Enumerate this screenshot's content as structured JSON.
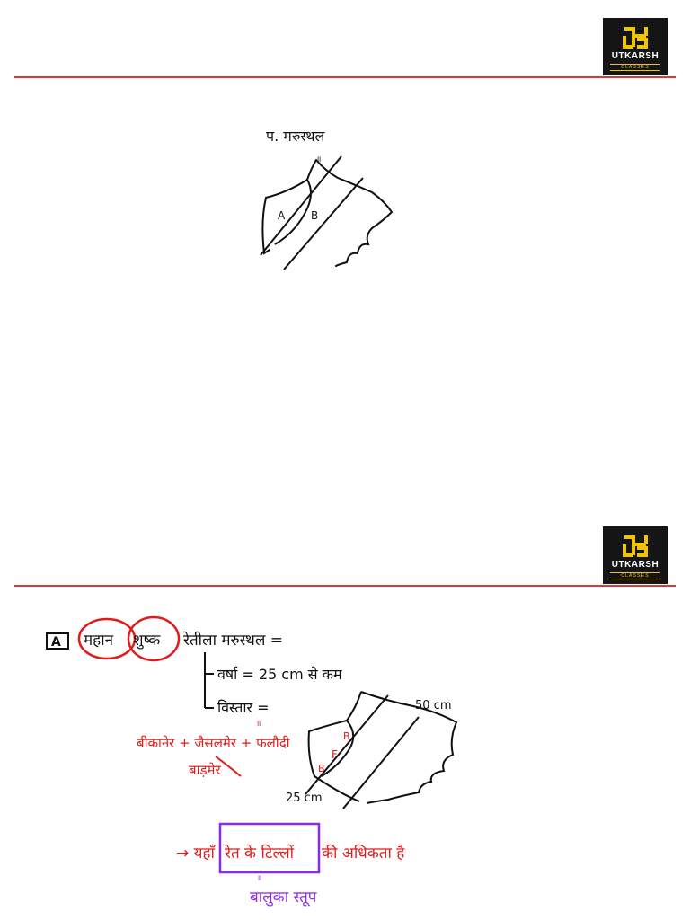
{
  "logo": {
    "name": "UTKARSH",
    "sub": "CLASSES"
  },
  "slide1": {
    "heading": "प. मरुस्थल",
    "ditto": "॥",
    "label_a": "A",
    "label_b": "B"
  },
  "slide2": {
    "badge": "A",
    "word_great": "महान",
    "word_dry": "शुष्क",
    "title_rest": "रेतीला मरुस्थल =",
    "rainfall": "वर्षा = 25 cm से कम",
    "extent": "विस्तार =",
    "ditto": "॥",
    "districts_line1": "बीकानेर + जैसलमेर + फलौदी",
    "districts_line2": "बाड़मेर",
    "map_label_f": "F",
    "map_label_b1": "B",
    "map_label_b2": "B",
    "label_50cm": "50 cm",
    "label_25cm": "25 cm",
    "note_prefix": "→ यहाँ",
    "note_boxed": "रेत के टिल्लों",
    "note_suffix": "की अधिकता है",
    "note_ditto": "॥",
    "note_term": "बालुका स्तूप"
  }
}
